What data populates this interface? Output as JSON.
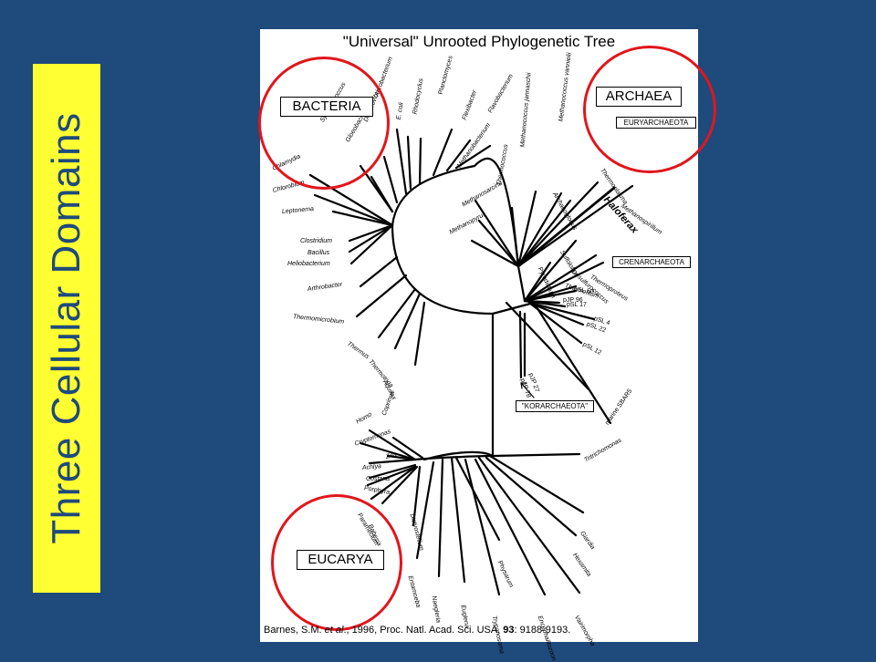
{
  "slide": {
    "side_title": "Three Cellular Domains",
    "colors": {
      "background": "#1f4a7c",
      "banner": "#ffff33",
      "circle": "#e0161c"
    }
  },
  "figure": {
    "title": "\"Universal\" Unrooted Phylogenetic Tree",
    "citation": {
      "author": "Barnes, S.M. ",
      "etal": "et al",
      "rest": "., 1996, Proc. Natl. Acad. Sci. USA, ",
      "volume": "93",
      "pages": ": 9188-9193."
    },
    "domains": {
      "bacteria": "BACTERIA",
      "archaea": "ARCHAEA",
      "eucarya": "EUCARYA"
    },
    "phyla": {
      "euryarchaeota": "EURYARCHAEOTA",
      "crenarchaeota": "CRENARCHAEOTA",
      "korarchaeota": "\"KORARCHAEOTA\""
    },
    "taxa": {
      "chlamydia": "Chlamydia",
      "chlorobium": "Chlorobium",
      "leptonema": "Leptonema",
      "clostridium": "Clostridium",
      "bacillus": "Bacillus",
      "helicobacterium": "Heliobacterium",
      "arthrobacter": "Arthrobacter",
      "thermomicrobium": "Thermomicrobium",
      "thermus": "Thermus",
      "thermotoga": "Thermotoga",
      "aquifex": "Aquifex",
      "synechococcus": "Synechococcus",
      "gloeobacter": "Gloeobacter",
      "desulfovibrio": "Desulfovibrio",
      "agrobacterium": "Agrobacterium",
      "ecoli": "E. coli",
      "rhodocyclus": "Rhodocyclus",
      "planctomyces": "Planctomyces",
      "flexibacter": "Flexibacter",
      "flavobacterium": "Flavobacterium",
      "methanobacterium": "Methanobacterium",
      "methanococcus_vannielii": "Methanococcus vannielii",
      "methanococcus_jannaschii": "Methanococcus jannaschii",
      "thermococcus": "Thermococcus",
      "archaeoglobus": "Archaeoglobus",
      "thermoplasma": "Thermoplasma",
      "haloferax": "Haloferax",
      "methanospirillum": "Methanospirillum",
      "methanosarcina": "Methanosarcina",
      "methanopyrus": "Methanopyrus",
      "pyrodictium": "Pyrodictium",
      "sulfolobus": "Sulfolobus",
      "desulfurococcus": "Desulfurococcus",
      "thermoproteus": "Thermoproteus",
      "thermofilum": "Thermofilum",
      "psl50": "pSL 50",
      "pjp96": "pJP 96",
      "psl17": "pSL 17",
      "psl4": "pSL 4",
      "psl22": "pSL 22",
      "psl12": "pSL 12",
      "pjp27": "pJP 27",
      "pjp78": "pJP 78",
      "marine_sbar5": "marine SBAR5",
      "homo": "Homo",
      "coprinus": "Coprinus",
      "cryptomonas": "Cryptomonas",
      "zea": "Zea",
      "achlya": "Achlya",
      "costaria": "Costaria",
      "porphyra": "Porphyra",
      "paramecium": "Paramecium",
      "babesia": "Babesia",
      "dictyostelium": "Dictyostelium",
      "entamoeba": "Entamoeba",
      "naegleria": "Naegleria",
      "euglena": "Euglena",
      "physarum": "Physarum",
      "trypanosoma": "Trypanosoma",
      "encephalitozoon": "Encephalitozoon",
      "vairimorpha": "Vairimorpha",
      "hexamita": "Hexamita",
      "giardia": "Giardia",
      "tritrichomonas": "Tritrichomonas"
    }
  }
}
